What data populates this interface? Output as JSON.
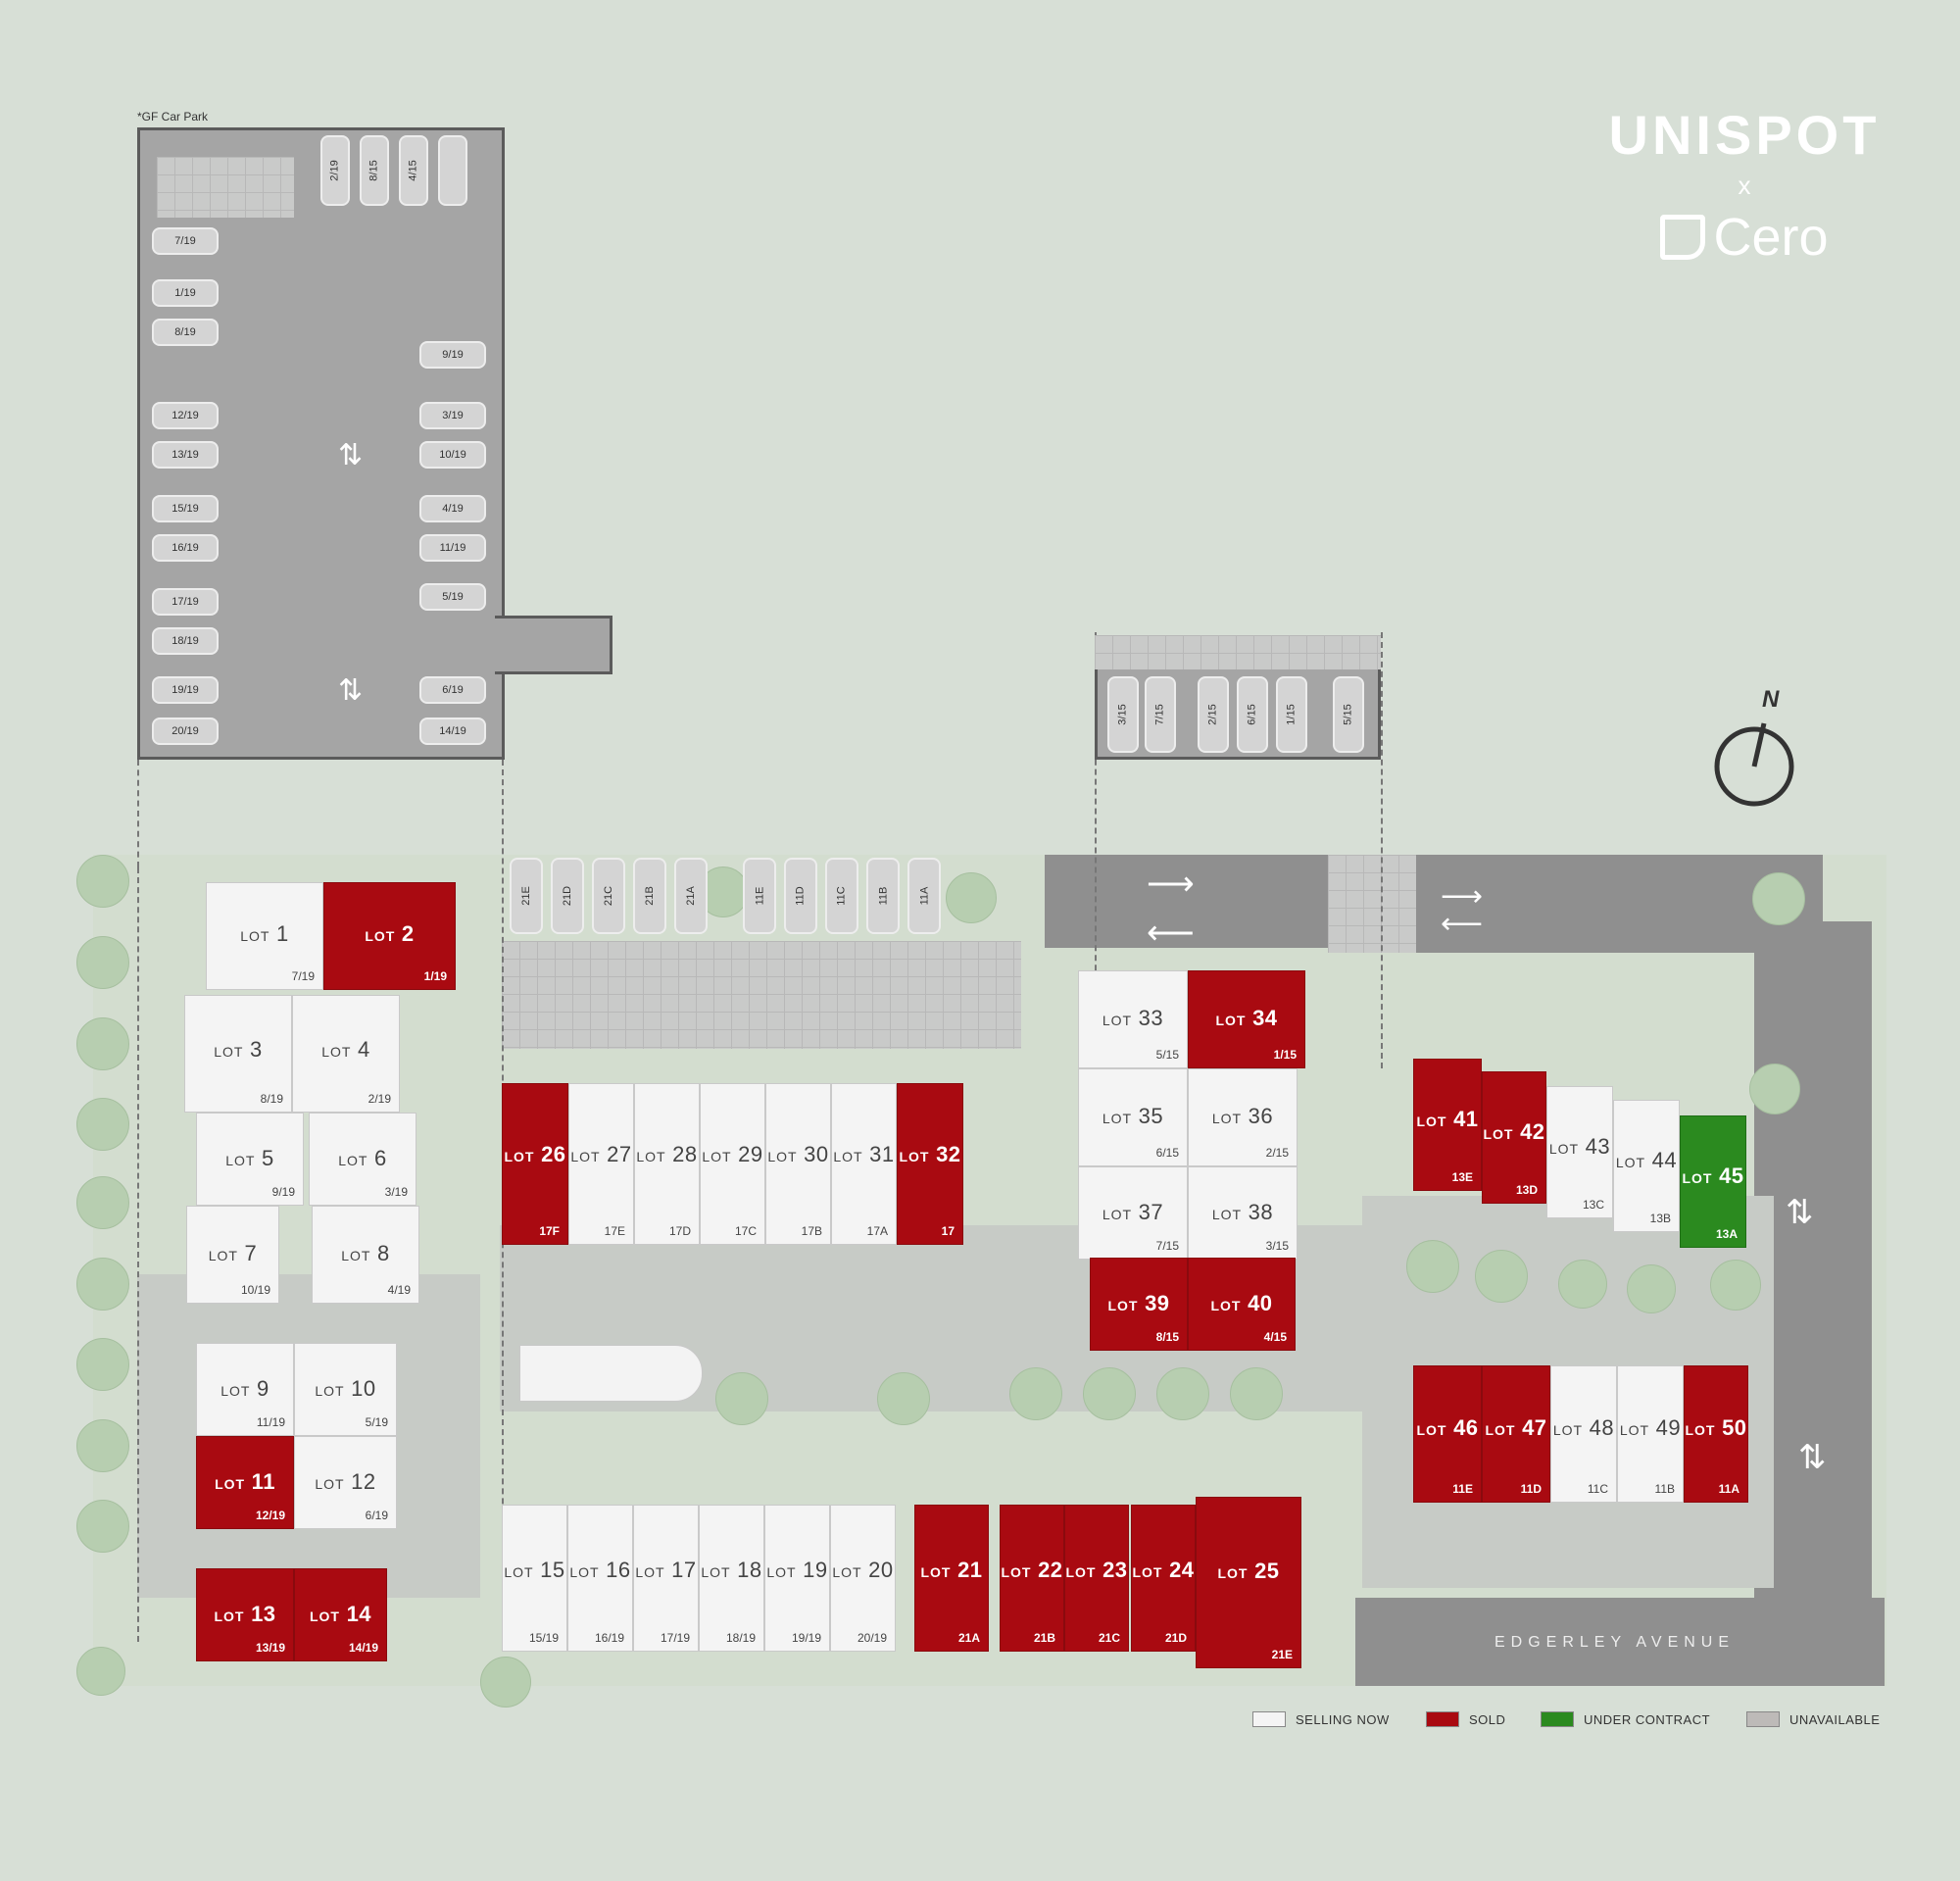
{
  "brand": {
    "line1": "UNISPOT",
    "line2": "x",
    "line3": "Cero"
  },
  "carpark_label": "*GF Car Park",
  "compass": {
    "label": "N"
  },
  "street": "EDGERLEY AVENUE",
  "legend": [
    {
      "label": "SELLING NOW",
      "color": "#f4f4f4"
    },
    {
      "label": "SOLD",
      "color": "#a90a11"
    },
    {
      "label": "UNDER CONTRACT",
      "color": "#2b8a1f"
    },
    {
      "label": "UNAVAILABLE",
      "color": "#bdbab8"
    }
  ],
  "lot_word": "LOT",
  "lots": [
    {
      "id": "1",
      "sub": "7/19",
      "status": "selling"
    },
    {
      "id": "2",
      "sub": "1/19",
      "status": "sold"
    },
    {
      "id": "3",
      "sub": "8/19",
      "status": "selling"
    },
    {
      "id": "4",
      "sub": "2/19",
      "status": "selling"
    },
    {
      "id": "5",
      "sub": "9/19",
      "status": "selling"
    },
    {
      "id": "6",
      "sub": "3/19",
      "status": "selling"
    },
    {
      "id": "7",
      "sub": "10/19",
      "status": "selling"
    },
    {
      "id": "8",
      "sub": "4/19",
      "status": "selling"
    },
    {
      "id": "9",
      "sub": "11/19",
      "status": "selling"
    },
    {
      "id": "10",
      "sub": "5/19",
      "status": "selling"
    },
    {
      "id": "11",
      "sub": "12/19",
      "status": "sold"
    },
    {
      "id": "12",
      "sub": "6/19",
      "status": "selling"
    },
    {
      "id": "13",
      "sub": "13/19",
      "status": "sold"
    },
    {
      "id": "14",
      "sub": "14/19",
      "status": "sold"
    },
    {
      "id": "15",
      "sub": "15/19",
      "status": "selling"
    },
    {
      "id": "16",
      "sub": "16/19",
      "status": "selling"
    },
    {
      "id": "17",
      "sub": "17/19",
      "status": "selling"
    },
    {
      "id": "18",
      "sub": "18/19",
      "status": "selling"
    },
    {
      "id": "19",
      "sub": "19/19",
      "status": "selling"
    },
    {
      "id": "20",
      "sub": "20/19",
      "status": "selling"
    },
    {
      "id": "21",
      "sub": "21A",
      "status": "sold"
    },
    {
      "id": "22",
      "sub": "21B",
      "status": "sold"
    },
    {
      "id": "23",
      "sub": "21C",
      "status": "sold"
    },
    {
      "id": "24",
      "sub": "21D",
      "status": "sold"
    },
    {
      "id": "25",
      "sub": "21E",
      "status": "sold"
    },
    {
      "id": "26",
      "sub": "17F",
      "status": "sold"
    },
    {
      "id": "27",
      "sub": "17E",
      "status": "selling"
    },
    {
      "id": "28",
      "sub": "17D",
      "status": "selling"
    },
    {
      "id": "29",
      "sub": "17C",
      "status": "selling"
    },
    {
      "id": "30",
      "sub": "17B",
      "status": "selling"
    },
    {
      "id": "31",
      "sub": "17A",
      "status": "selling"
    },
    {
      "id": "32",
      "sub": "17",
      "status": "sold"
    },
    {
      "id": "33",
      "sub": "5/15",
      "status": "selling"
    },
    {
      "id": "34",
      "sub": "1/15",
      "status": "sold"
    },
    {
      "id": "35",
      "sub": "6/15",
      "status": "selling"
    },
    {
      "id": "36",
      "sub": "2/15",
      "status": "selling"
    },
    {
      "id": "37",
      "sub": "7/15",
      "status": "selling"
    },
    {
      "id": "38",
      "sub": "3/15",
      "status": "selling"
    },
    {
      "id": "39",
      "sub": "8/15",
      "status": "sold"
    },
    {
      "id": "40",
      "sub": "4/15",
      "status": "sold"
    },
    {
      "id": "41",
      "sub": "13E",
      "status": "sold"
    },
    {
      "id": "42",
      "sub": "13D",
      "status": "sold"
    },
    {
      "id": "43",
      "sub": "13C",
      "status": "selling"
    },
    {
      "id": "44",
      "sub": "13B",
      "status": "selling"
    },
    {
      "id": "45",
      "sub": "13A",
      "status": "under-contract"
    },
    {
      "id": "46",
      "sub": "11E",
      "status": "sold"
    },
    {
      "id": "47",
      "sub": "11D",
      "status": "sold"
    },
    {
      "id": "48",
      "sub": "11C",
      "status": "selling"
    },
    {
      "id": "49",
      "sub": "11B",
      "status": "selling"
    },
    {
      "id": "50",
      "sub": "11A",
      "status": "sold"
    }
  ],
  "gf_carpark_bays_left": [
    "7/19",
    "1/19",
    "8/19",
    "12/19",
    "13/19",
    "15/19",
    "16/19",
    "17/19",
    "18/19",
    "19/19",
    "20/19"
  ],
  "gf_carpark_bays_right": [
    "9/19",
    "3/19",
    "10/19",
    "4/19",
    "11/19",
    "5/19",
    "6/19",
    "14/19"
  ],
  "gf_carpark_bays_top": [
    "2/19",
    "8/15",
    "4/15",
    ""
  ],
  "east_carpark_bays": [
    "3/15",
    "7/15",
    "2/15",
    "6/15",
    "1/15",
    "5/15"
  ],
  "street_bays": [
    "21E",
    "21D",
    "21C",
    "21B",
    "21A",
    "11E",
    "11D",
    "11C",
    "11B",
    "11A"
  ]
}
